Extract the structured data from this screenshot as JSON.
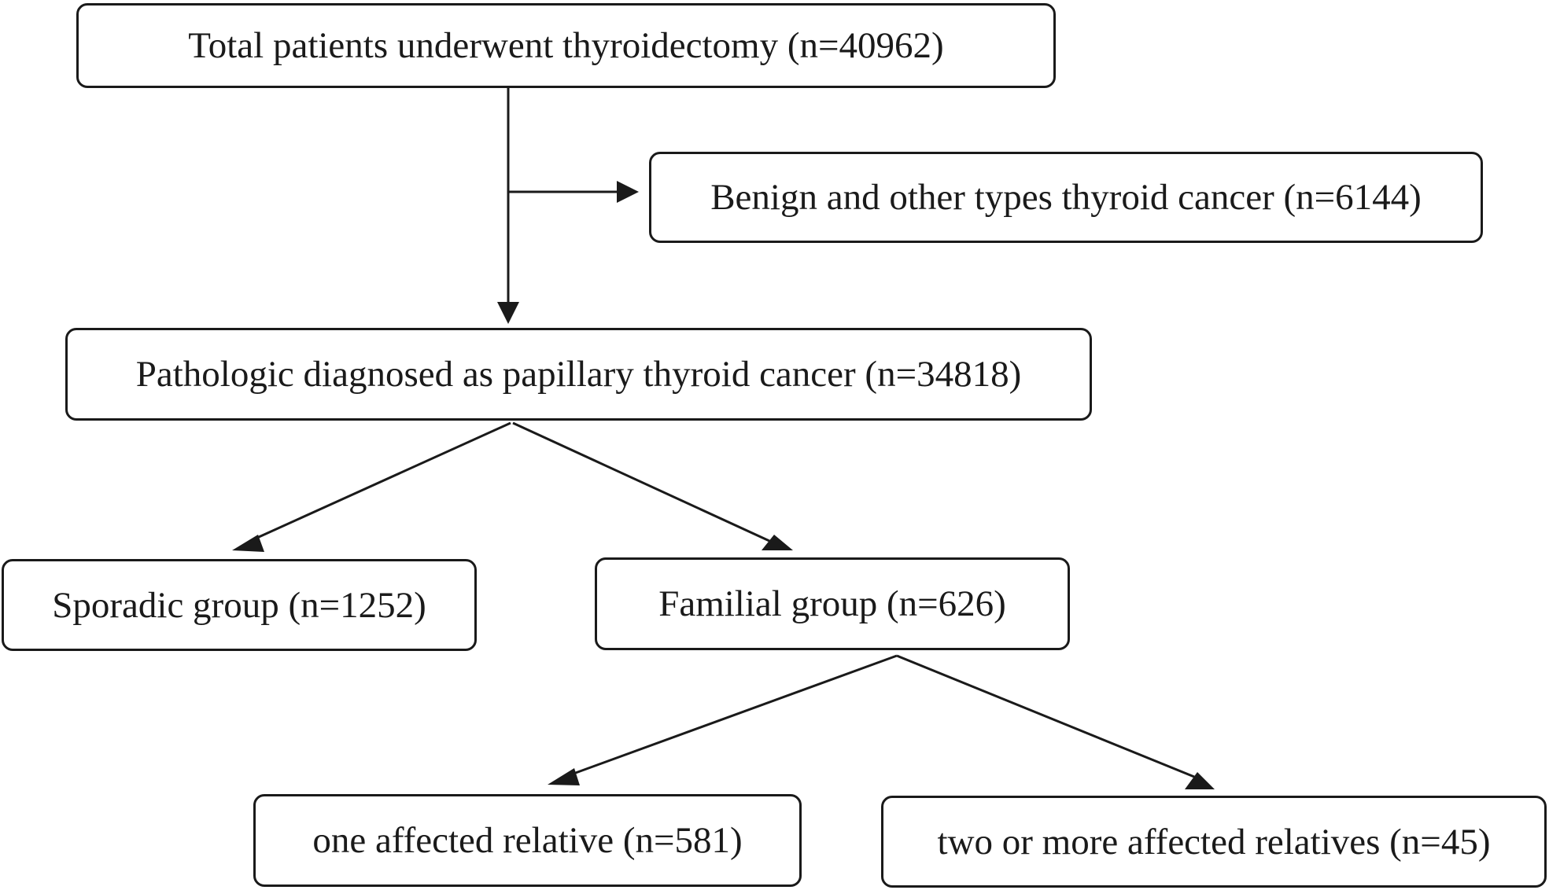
{
  "nodes": {
    "total": "Total patients underwent thyroidectomy (n=40962)",
    "benign": "Benign and other types thyroid cancer (n=6144)",
    "ptc": "Pathologic diagnosed as papillary thyroid cancer (n=34818)",
    "sporadic": "Sporadic group (n=1252)",
    "familial": "Familial group (n=626)",
    "one_relative": "one affected relative (n=581)",
    "two_or_more": "two or more affected relatives (n=45)"
  },
  "colors": {
    "stroke": "#1a1a1a",
    "text": "#1a1a1a",
    "background": "#ffffff"
  }
}
